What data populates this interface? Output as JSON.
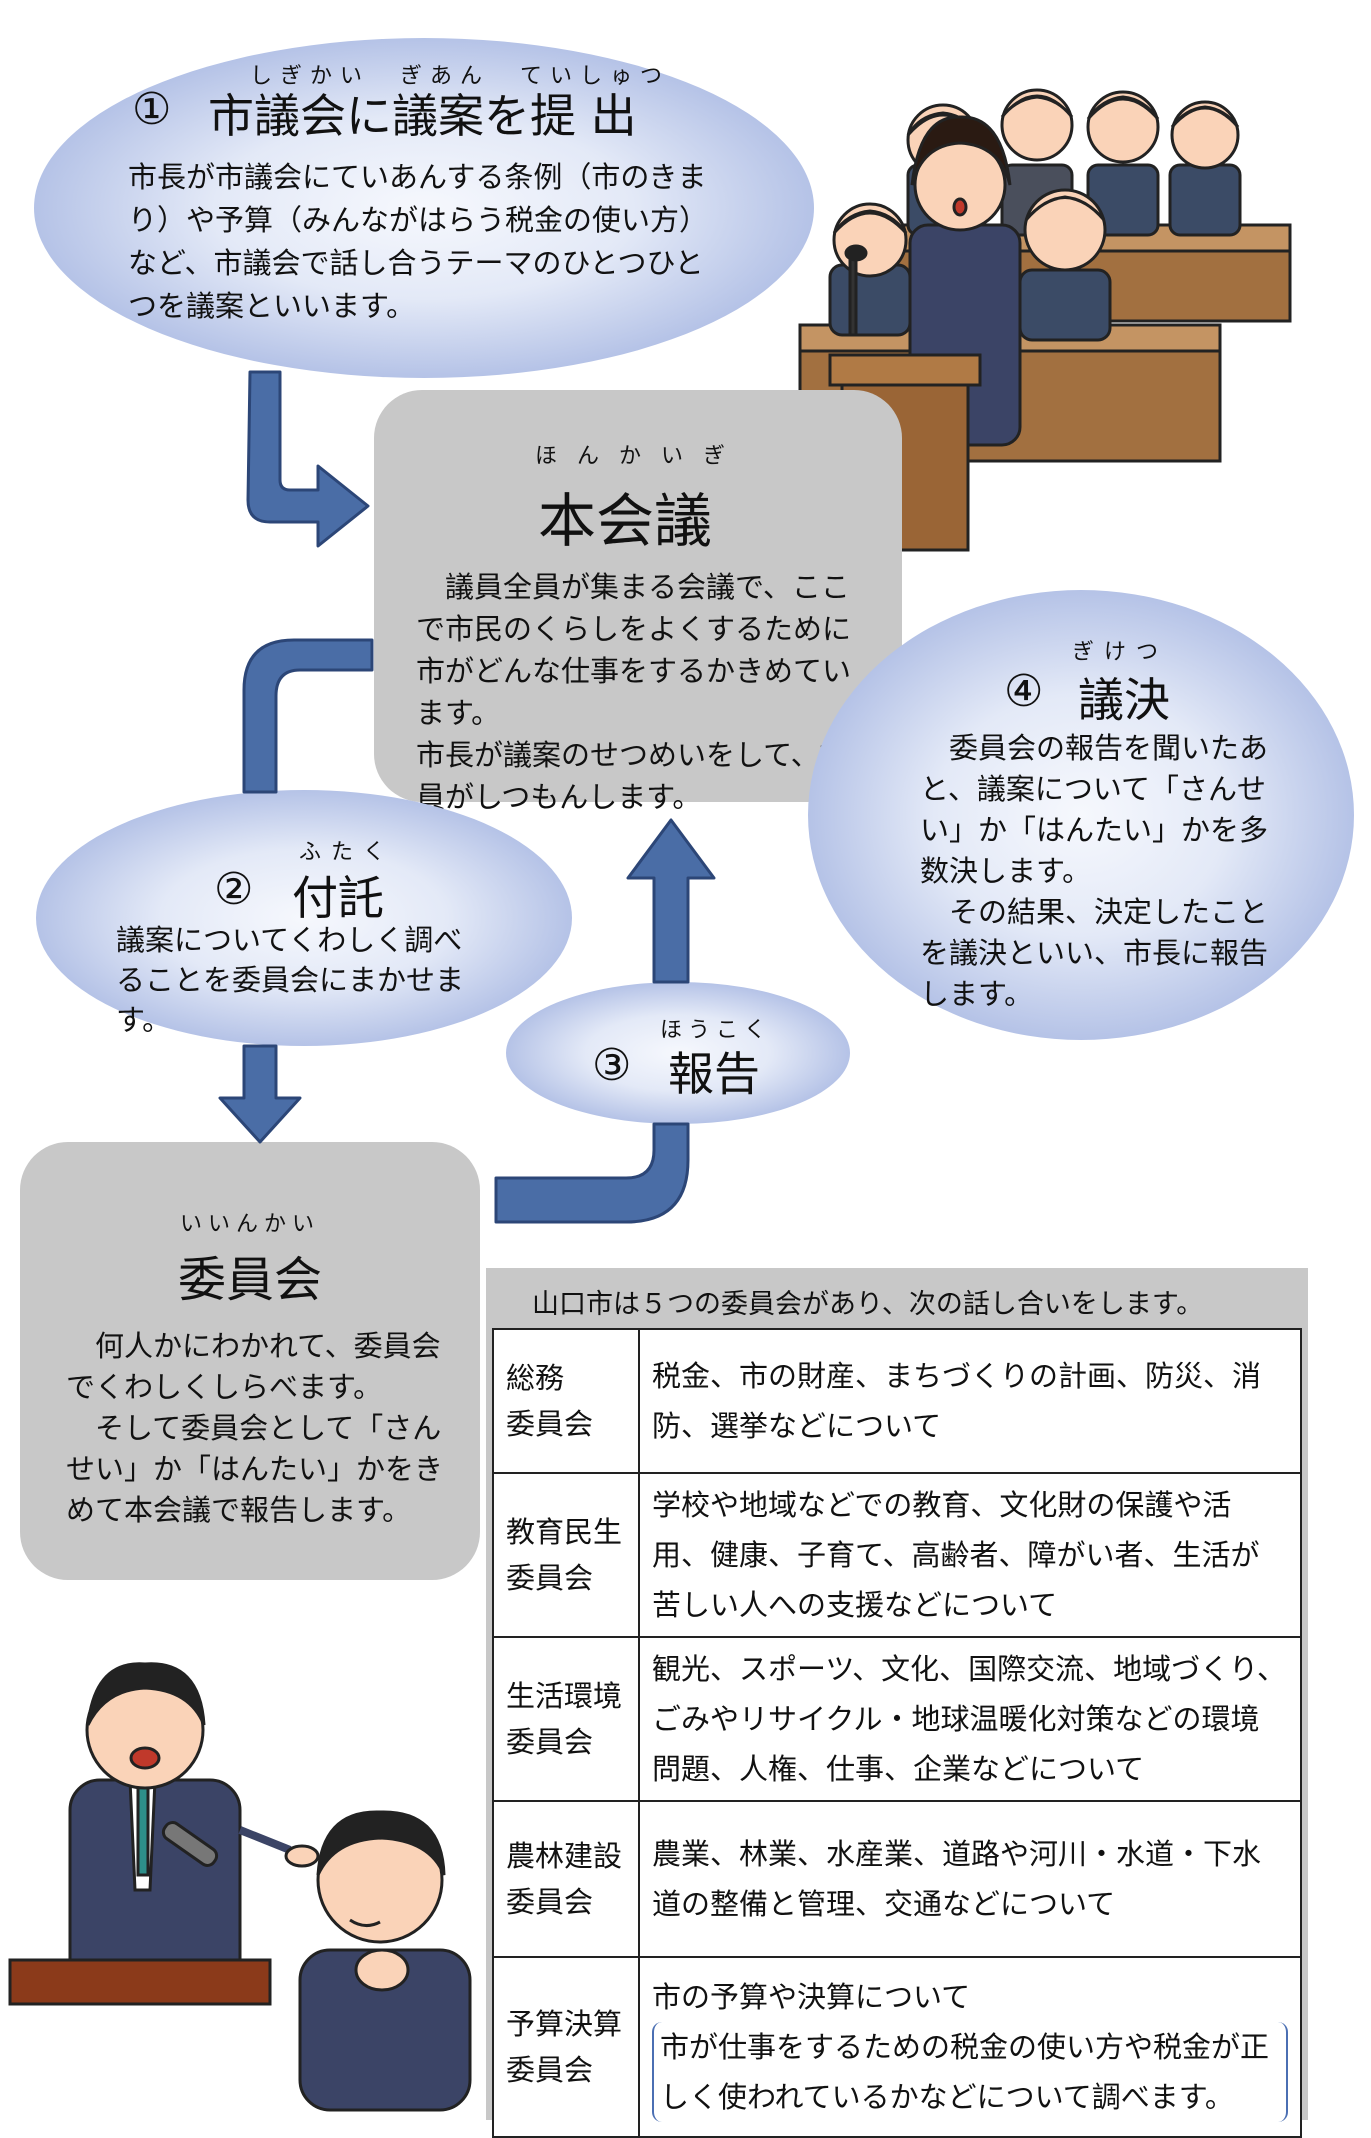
{
  "step1": {
    "number": "①",
    "title": "市議会に議案を提 出",
    "reading": "しぎかい　ぎあん　ていしゅつ",
    "text": "市長が市議会にていあんする条例（市のきまり）や予算（みんながはらう税金の使い方）など、市議会で話し合うテーマのひとつひとつを議案といいます。"
  },
  "plenary": {
    "title": "本会議",
    "reading": "ほんかいぎ",
    "text1": "議員全員が集まる会議で、ここで市民のくらしをよくするために市がどんな仕事をするかきめています。",
    "text2": "市長が議案のせつめいをして、議員がしつもんします。"
  },
  "step2": {
    "number": "②",
    "title": "付託",
    "reading": "ふたく",
    "text": "議案についてくわしく調べることを委員会にまかせます。"
  },
  "step3": {
    "number": "③",
    "title": "報告",
    "reading": "ほうこく"
  },
  "step4": {
    "number": "④",
    "title": "議決",
    "reading": "ぎけつ",
    "text1": "委員会の報告を聞いたあと、議案について「さんせい」か「はんたい」かを多数決します。",
    "text2": "その結果、決定したことを議決といい、市長に報告します。"
  },
  "committee": {
    "title": "委員会",
    "reading": "いいんかい",
    "text1": "何人かにわかれて、委員会でくわしくしらべます。",
    "text2": "そして委員会として「さんせい」か「はんたい」かをきめて本会議で報告します。"
  },
  "committee_table": {
    "caption": "山口市は５つの委員会があり、次の話し合いをします。",
    "rows": [
      {
        "name1": "総務",
        "name2": "委員会",
        "desc": "税金、市の財産、まちづくりの計画、防災、消防、選挙などについて"
      },
      {
        "name1": "教育民生",
        "name2": "委員会",
        "desc": "学校や地域などでの教育、文化財の保護や活用、健康、子育て、高齢者、障がい者、生活が苦しい人への支援などについて"
      },
      {
        "name1": "生活環境",
        "name2": "委員会",
        "desc": "観光、スポーツ、文化、国際交流、地域づくり、ごみやリサイクル・地球温暖化対策などの環境問題、人権、仕事、企業などについて"
      },
      {
        "name1": "農林建設",
        "name2": "委員会",
        "desc": "農業、林業、水産業、道路や河川・水道・下水道の整備と管理、交通などについて"
      },
      {
        "name1": "予算決算",
        "name2": "委員会",
        "desc": "市の予算や決算について",
        "desc2": "市が仕事をするための税金の使い方や税金が正しく使われているかなどについて調べます。"
      }
    ]
  },
  "colors": {
    "arrow": "#4a6da6",
    "arrow_stroke": "#2c4677",
    "gray_box": "#c8c8c8",
    "bubble_edge": "#8ea1d6"
  }
}
